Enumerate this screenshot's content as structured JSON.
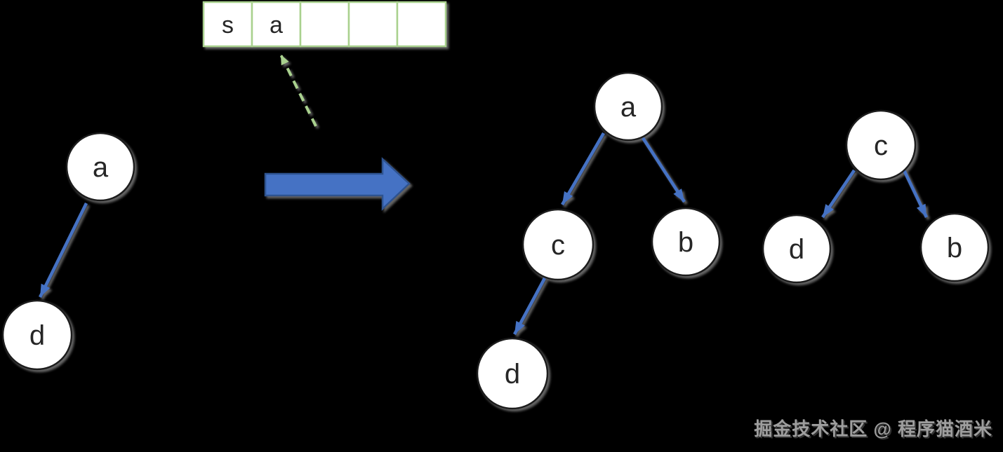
{
  "colors": {
    "background": "#000000",
    "array_border": "#a9d18e",
    "array_cell_fill": "#ffffff",
    "array_text": "#262626",
    "pointer_green": "#a9d18e",
    "edge_blue": "#4472c4",
    "big_arrow_fill": "#4472c4",
    "big_arrow_border": "#2f528f",
    "node_fill": "#ffffff",
    "node_border": "#1c1c1c",
    "node_text": "#262626",
    "watermark_text_color": "#9e9e9e"
  },
  "array": {
    "cells": [
      "s",
      "a",
      "",
      "",
      ""
    ],
    "pointer_target_cell_index": 1
  },
  "big_arrow": {
    "direction": "right"
  },
  "trees": {
    "before": {
      "nodes": [
        {
          "label": "a"
        },
        {
          "label": "d"
        }
      ],
      "edges": [
        {
          "from": "a",
          "to": "d"
        }
      ]
    },
    "middle": {
      "nodes": [
        {
          "label": "a"
        },
        {
          "label": "c"
        },
        {
          "label": "b"
        },
        {
          "label": "d"
        }
      ],
      "edges": [
        {
          "from": "a",
          "to": "c"
        },
        {
          "from": "a",
          "to": "b"
        },
        {
          "from": "c",
          "to": "d"
        }
      ]
    },
    "right": {
      "nodes": [
        {
          "label": "c"
        },
        {
          "label": "d"
        },
        {
          "label": "b"
        }
      ],
      "edges": [
        {
          "from": "c",
          "to": "d"
        },
        {
          "from": "c",
          "to": "b"
        }
      ]
    }
  },
  "watermark": {
    "text": "掘金技术社区 @ 程序猫酒米"
  }
}
